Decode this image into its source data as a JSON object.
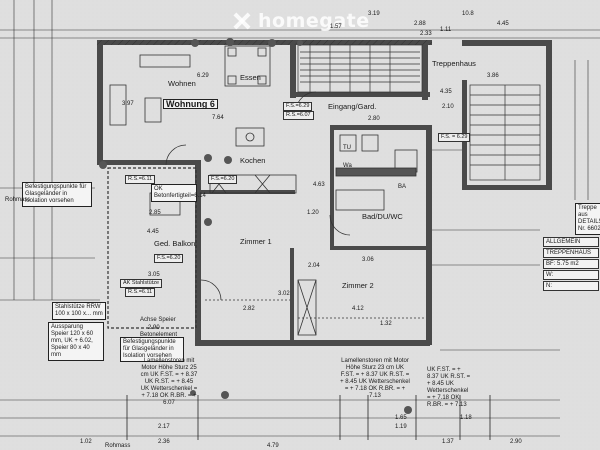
{
  "watermark": {
    "text": "homegate",
    "icon": "homegate-x-icon"
  },
  "rooms": {
    "wohnen": "Wohnen",
    "essen": "Essen",
    "wohnung": "Wohnung 6",
    "eingang": "Eingang/Gard.",
    "kochen": "Kochen",
    "treppenhaus": "Treppenhaus",
    "ged_balkon": "Ged. Balkon",
    "zimmer1": "Zimmer 1",
    "zimmer2": "Zimmer 2",
    "bad": "Bad/DU/WC",
    "tu": "TU",
    "wa": "Wa",
    "ba": "BA"
  },
  "areas": {
    "wohnen": "F.S.=6.29",
    "kochen": "F.S.=6.20",
    "wohnung_fs": "F.S.=6.29",
    "wohnung_rs": "R.S.=6.07",
    "balkon": "F.S.=6.20",
    "kitchen_rs": "R.S.=6.11",
    "balkon_rs": "R.S.=6.11"
  },
  "notes": {
    "befestigung1": "Befestigungspunkte für Glasgeländer in Isolation vorsehen",
    "befestigung2": "Befestigungspunkte für Glasgeländer in Isolation vorsehen",
    "betonfertigteil": "OK Betonfertigteil=6.14",
    "stahlstuetze_ak": "AK Stahlstütze",
    "stahlstuetze_rrw": "Stahlstütze RRW 100 x 100 x... mm",
    "aussparung": "Aussparung Speier 120 x 60 mm, UK + 6.02, Speier 80 x 40 mm",
    "achse_speier": "Achse Speier",
    "betonelement": "Betonelement",
    "lamellen_left": "Lamellenstoren mit Motor Höhe Sturz 25 cm UK F.ST. = + 8.37 UK R.ST. = + 8.45 UK Wetterschenkel = + 7.18 OK R.BR. = + 6.07",
    "lamellen_right": "Lamellenstoren mit Motor Höhe Sturz 23 cm UK F.ST. = + 8.37 UK R.ST. = + 8.45 UK Wetterschenkel = + 7.18 OK R.BR. = + 7.13",
    "lamellen_right2": "UK F.ST. = + 8.37 UK R.ST. = + 8.45 UK Wetterschenkel = + 7.18 OK R.BR. = + 7.13",
    "lamellen_side": "Lamellenstoren mit Motor",
    "eingang_tag": "F.S. = 6.29",
    "rohmass": "Rohmass",
    "trappe": "Treppe aus DETAILS Nr. 6602"
  },
  "legend": {
    "allgemein": "ALLGEMEIN",
    "treppenhaus": "TREPPENHAUS",
    "bf": "BF: 5.75 m2",
    "w": "W:",
    "n": "N:"
  },
  "dimensions": {
    "d1": "6.29",
    "d2": "3.97",
    "d3": "3.19",
    "d4": "7.64",
    "d5": "2.80",
    "d6": "2.04",
    "d7": "4.12",
    "d8": "2.82",
    "d9": "3.05",
    "d10": "2.90",
    "d11": "2.85",
    "d12": "3.06",
    "d13": "4.63",
    "d14": "1.20",
    "d15": "4.79",
    "d16": "2.17",
    "d17": "2.36",
    "d18": "1.65",
    "d19": "1.19",
    "d20": "2.90",
    "d21": "1.18",
    "d22": "1.37",
    "d23": "1.02",
    "d24": "2.88",
    "d25": "4.45",
    "d26": "2.33",
    "d27": "3.86",
    "d28": "1.57",
    "d29": "10.8",
    "d30": "2.10",
    "d31": "1.11",
    "d32": "4.45",
    "d33": "4.35",
    "d34": "3.02",
    "d35": "1.32"
  }
}
